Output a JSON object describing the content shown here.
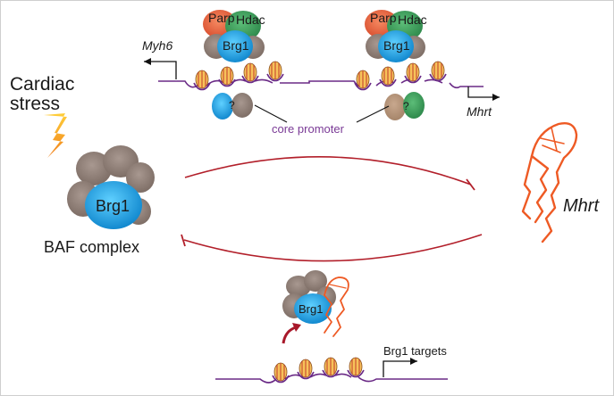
{
  "labels": {
    "parp": "Parp",
    "hdac": "Hdac",
    "brg1": "Brg1",
    "myh6": "Myh6",
    "mhrt_gene": "Mhrt",
    "question": "?",
    "core_promoter": "core promoter",
    "cardiac": "Cardiac",
    "stress": "stress",
    "baf_complex": "BAF complex",
    "mhrt_rna": "Mhrt",
    "brg1_targets": "Brg1 targets"
  },
  "colors": {
    "dna": "#6a2a86",
    "inhibition_arc": "#b21f2a",
    "brg1": "#1fa2e6",
    "brown_subunit": "#8e7e76",
    "parp": "#e0603e",
    "hdac": "#3f9a5a",
    "rna": "#ee5a24",
    "nucleosome": "#f2b33d",
    "lightning": "#f5a623"
  }
}
